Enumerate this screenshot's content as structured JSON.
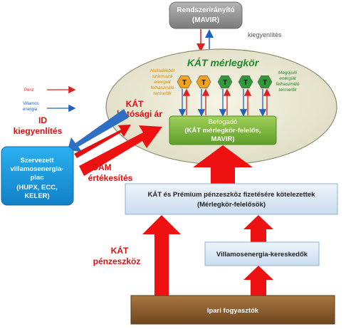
{
  "top_box": {
    "line1": "Rendszerirányító",
    "line2": "(MAVIR)"
  },
  "kiegyenlites_label": "kiegyenlítés",
  "balance_group": {
    "title": "KÁT mérlegkör"
  },
  "left_note": {
    "line1": "Hulladékból",
    "line2": "származó",
    "line3": "energiát",
    "line4": "felhasználó",
    "line5": "termelők"
  },
  "right_note": {
    "line1": "Megújuló",
    "line2": "energiát",
    "line3": "felhasználó",
    "line4": "termelők"
  },
  "producer_label": "T",
  "producers": [
    {
      "label": "T",
      "color": "#f4a21b"
    },
    {
      "label": "T",
      "color": "#f4a21b"
    },
    {
      "label": "T",
      "color": "#2e9a3a"
    },
    {
      "label": "T",
      "color": "#2e9a3a"
    },
    {
      "label": "T",
      "color": "#2e9a3a"
    }
  ],
  "befogado": {
    "line1": "Befogadó",
    "line2": "(KÁT mérlegkör-felelős,",
    "line3": "MAVIR)"
  },
  "legend": {
    "penz": "Pénz",
    "villamos_line1": "Villamos",
    "villamos_line2": "energia",
    "penz_color": "#e02020",
    "villamos_color": "#2060c0"
  },
  "kat_hatosagi": {
    "line1": "KÁT",
    "line2": "hatósági ár"
  },
  "id_kiegyenlites": {
    "line1": "ID",
    "line2": "kiegyenlítés"
  },
  "market_box": {
    "line1": "Szervezett",
    "line2": "villamosenergia-",
    "line3": "piac",
    "line4": "(HUPX, ECC,",
    "line5": "KELER)"
  },
  "dam": {
    "line1": "DAM",
    "line2": "értékesítés"
  },
  "obligated_box": {
    "line1": "KÁT és Prémium pénzeszköz fizetésére kötelezettek",
    "line2": "(Mérlegkör-felelősök)"
  },
  "kat_penzeszkoz": {
    "line1": "KÁT",
    "line2": "pénzeszköz"
  },
  "trader_box": {
    "label": "Villamosenergia-kereskedők"
  },
  "consumers_box": {
    "label": "Ipari fogyasztók"
  },
  "colors": {
    "red": "#ee1111",
    "blue": "#2e6fc4",
    "ellipse": "#e9e8d2",
    "box_blue": "#dbe8f5",
    "consumer_brown": "#8b5d2e",
    "market_blue": "#1e9be0",
    "befogado_green": "#7dbb3c",
    "top_gray": "#8c8c8c"
  }
}
